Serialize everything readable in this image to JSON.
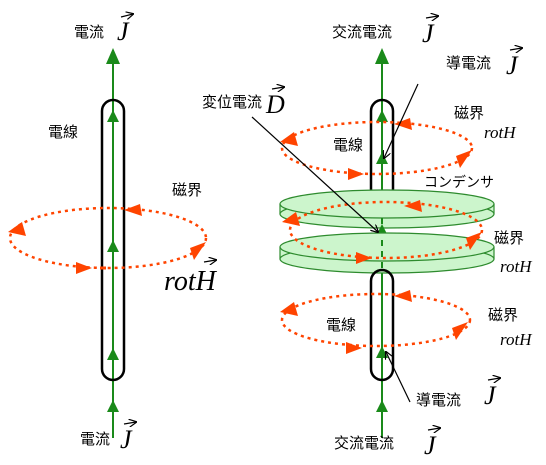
{
  "left": {
    "top_label": "電流",
    "top_vec": "J",
    "wire_label": "電線",
    "field_label": "磁界",
    "rot_label": "rotH",
    "bottom_label": "電流",
    "bottom_vec": "J"
  },
  "right": {
    "top_label": "交流電流",
    "top_vec": "J",
    "conduction_top_label": "導電流",
    "conduction_top_vec": "J",
    "displacement_label": "変位電流",
    "displacement_vec": "D",
    "field_top_label": "磁界",
    "field_top_rot": "rotH",
    "wire_top_label": "電線",
    "capacitor_label": "コンデンサ",
    "field_mid_label": "磁界",
    "field_mid_rot": "rotH",
    "field_low_label": "磁界",
    "field_low_rot": "rotH",
    "wire_bottom_label": "電線",
    "conduction_bottom_label": "導電流",
    "conduction_bottom_vec": "J",
    "bottom_label": "交流電流",
    "bottom_vec": "J"
  },
  "colors": {
    "current": "#1a8a1a",
    "field": "#ff4400",
    "plate_fill": "#ccf5cc",
    "plate_stroke": "#2e8b2e",
    "wire": "#000000"
  }
}
